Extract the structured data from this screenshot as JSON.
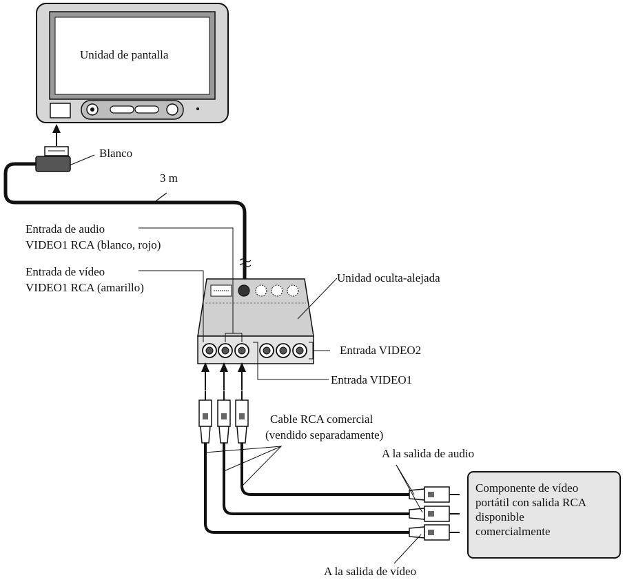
{
  "labels": {
    "display_unit": "Unidad de pantalla",
    "white": "Blanco",
    "cable_length": "3 m",
    "audio_in_line1": "Entrada de audio",
    "audio_in_line2": "VIDEO1 RCA (blanco, rojo)",
    "video_in_line1": "Entrada de vídeo",
    "video_in_line2": "VIDEO1 RCA (amarillo)",
    "hideaway_unit": "Unidad oculta-alejada",
    "video2_input": "Entrada VIDEO2",
    "video1_input": "Entrada VIDEO1",
    "rca_cable_line1": "Cable RCA comercial",
    "rca_cable_line2": "(vendido separadamente)",
    "to_audio_output": "A la salida de audio",
    "to_video_output": "A la salida de vídeo"
  },
  "component_box": {
    "line1": "Componente de vídeo",
    "line2": "portátil con salida RCA",
    "line3": "disponible",
    "line4": "comercialmente"
  },
  "colors": {
    "line": "#111111",
    "device_fill": "#d9d9d9",
    "screen_fill": "#ffffff",
    "box_fill": "#e6e6e6"
  }
}
